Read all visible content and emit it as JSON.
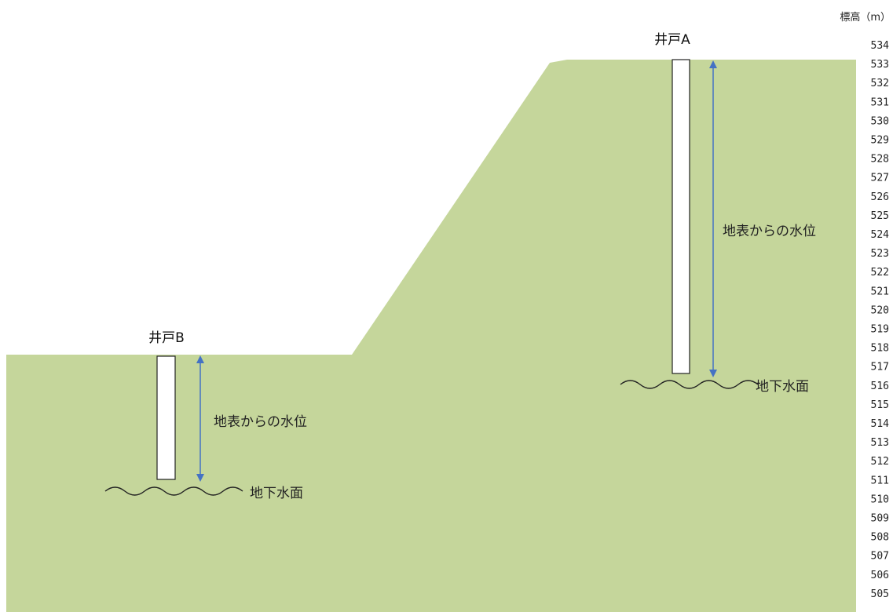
{
  "axis": {
    "title": "標高（m）",
    "ticks": [
      "534",
      "533",
      "532",
      "531",
      "530",
      "529",
      "528",
      "527",
      "526",
      "525",
      "524",
      "523",
      "522",
      "521",
      "520",
      "519",
      "518",
      "517",
      "516",
      "515",
      "514",
      "513",
      "512",
      "511",
      "510",
      "509",
      "508",
      "507",
      "506",
      "505"
    ]
  },
  "wells": {
    "a": {
      "label": "井戸A",
      "depth_label": "地表からの水位",
      "water_label": "地下水面"
    },
    "b": {
      "label": "井戸B",
      "depth_label": "地表からの水位",
      "water_label": "地下水面"
    }
  },
  "colors": {
    "ground": "#c5d69b",
    "arrow": "#4472c4",
    "well_fill": "#ffffff",
    "well_stroke": "#222222"
  }
}
